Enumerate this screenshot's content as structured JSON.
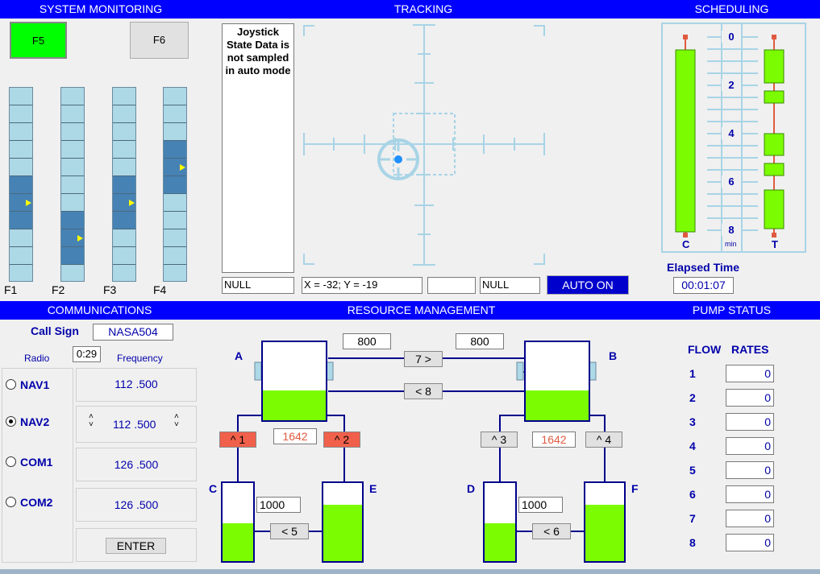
{
  "headers": {
    "sysmon": "SYSTEM MONITORING",
    "tracking": "TRACKING",
    "scheduling": "SCHEDULING",
    "comms": "COMMUNICATIONS",
    "resman": "RESOURCE MANAGEMENT",
    "pump": "PUMP STATUS"
  },
  "sysmon": {
    "f5": "F5",
    "f6": "F6",
    "f5_color": "#00ff00",
    "scale_labels": [
      "F1",
      "F2",
      "F3",
      "F4"
    ]
  },
  "tracking": {
    "joystick_msg": "Joystick State Data is not sampled in auto mode",
    "null1": "NULL",
    "xy": "X = -32;   Y  = -19",
    "blank": "",
    "null2": "NULL",
    "auto": "AUTO ON"
  },
  "scheduling": {
    "ticks": [
      "0",
      "2",
      "4",
      "6",
      "8"
    ],
    "c_label": "C",
    "min_label": "min",
    "t_label": "T",
    "elapsed_label": "Elapsed Time",
    "elapsed": "00:01:07"
  },
  "comms": {
    "callsign_label": "Call Sign",
    "callsign": "NASA504",
    "radio_label": "Radio",
    "timer": "0:29",
    "freq_label": "Frequency",
    "radios": [
      {
        "name": "NAV1",
        "freq": "112 .500",
        "selected": false
      },
      {
        "name": "NAV2",
        "freq": "112 .500",
        "selected": true
      },
      {
        "name": "COM1",
        "freq": "126 .500",
        "selected": false
      },
      {
        "name": "COM2",
        "freq": "126 .500",
        "selected": false
      }
    ],
    "enter": "ENTER"
  },
  "resman": {
    "tankA": "A",
    "tankB": "B",
    "tankC": "C",
    "tankD": "D",
    "tankE": "E",
    "tankF": "F",
    "amtA": "800",
    "amtB": "800",
    "amtAe": "1642",
    "amtBe": "1642",
    "amtC": "1000",
    "amtD": "1000",
    "p7": "7 >",
    "p8": "< 8",
    "p1": "^ 1",
    "p2": "^ 2",
    "p3": "^ 3",
    "p4": "^ 4",
    "p5": "< 5",
    "p6": "< 6",
    "levels": {
      "A": 0.38,
      "B": 0.38,
      "C": 0.48,
      "D": 0.48,
      "E": 0.72,
      "F": 0.72
    }
  },
  "pump": {
    "flow": "FLOW",
    "rates": "RATES",
    "rows": [
      {
        "n": "1",
        "v": "0"
      },
      {
        "n": "2",
        "v": "0"
      },
      {
        "n": "3",
        "v": "0"
      },
      {
        "n": "4",
        "v": "0"
      },
      {
        "n": "5",
        "v": "0"
      },
      {
        "n": "6",
        "v": "0"
      },
      {
        "n": "7",
        "v": "0"
      },
      {
        "n": "8",
        "v": "0"
      }
    ]
  }
}
